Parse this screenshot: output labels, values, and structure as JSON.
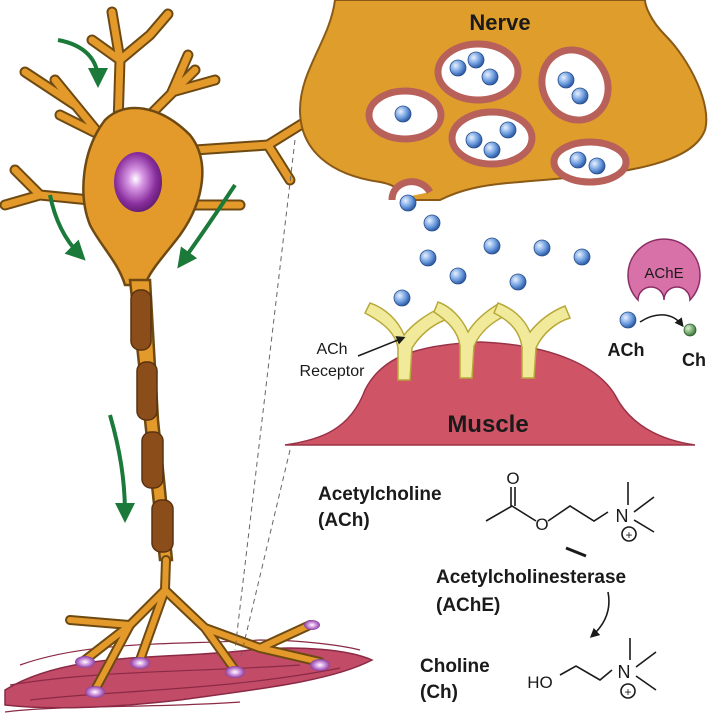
{
  "labels": {
    "nerve": "Nerve",
    "muscle": "Muscle",
    "ache_enzyme": "AChE",
    "ach_small": "ACh",
    "ch_small": "Ch",
    "receptor_line1": "ACh",
    "receptor_line2": "Receptor",
    "acetylcholine_line1": "Acetylcholine",
    "acetylcholine_line2": "(ACh)",
    "acetylcholinesterase_line1": "Acetylcholinesterase",
    "acetylcholinesterase_line2": "(AChE)",
    "choline_line1": "Choline",
    "choline_line2": "(Ch)",
    "atom_o_carbonyl": "O",
    "atom_o_ester": "O",
    "atom_n_ach": "N",
    "atom_plus": "+",
    "atom_ho": "HO",
    "atom_n_ch": "N"
  },
  "colors": {
    "neuron": "#e39a2b",
    "neuron_outline": "#6e4a12",
    "nucleus": "#8a2f9e",
    "myelin": "#8b4e1a",
    "nerve_terminal": "#df9e2c",
    "vesicle_ring": "#b8615a",
    "ach_molecule": "#6f9ee0",
    "receptor": "#f0ea9a",
    "muscle": "#cf5566",
    "muscle_fibers": "#b5445f",
    "ache": "#d871a7",
    "choline": "#5ea35a",
    "arrow_green": "#1b7a3a"
  }
}
